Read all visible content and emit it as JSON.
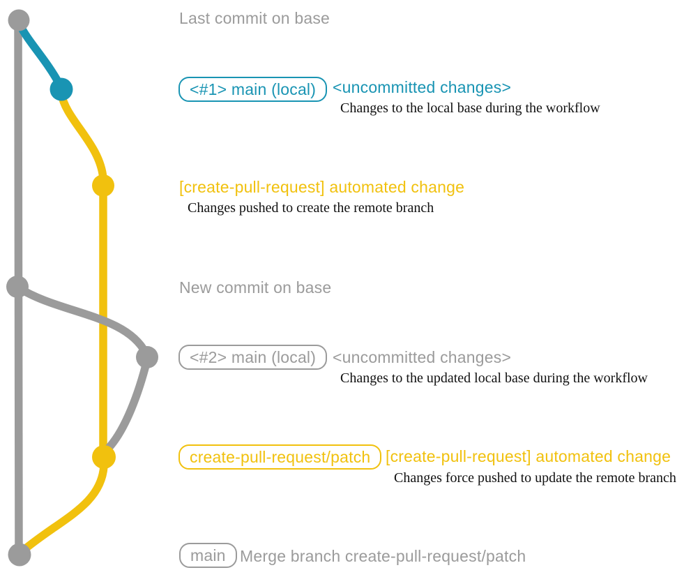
{
  "colors": {
    "gray": "#9B9B9B",
    "teal": "#1994B3",
    "yellow": "#F1C10E",
    "text_dark": "#111111"
  },
  "graph": {
    "nodes": [
      "commit-last-on-base",
      "commit-local-main-1",
      "commit-automated-change-1",
      "commit-new-on-base",
      "commit-local-main-2",
      "commit-automated-change-2",
      "commit-merge"
    ]
  },
  "labels": {
    "last_commit": "Last commit on base",
    "new_commit": "New commit on base"
  },
  "rows": {
    "row1": {
      "badge": "<#1> main (local)",
      "annotation": "<uncommitted changes>",
      "note": "Changes to the local base during the workflow"
    },
    "row2": {
      "message": "[create-pull-request] automated change",
      "note": "Changes pushed to create the remote branch"
    },
    "row3": {
      "badge": "<#2> main (local)",
      "annotation": "<uncommitted changes>",
      "note": "Changes to the updated local base during the workflow"
    },
    "row4": {
      "badge": "create-pull-request/patch",
      "message": "[create-pull-request] automated change",
      "note": "Changes force pushed to update the remote branch"
    },
    "row5": {
      "badge": "main",
      "message": "Merge branch create-pull-request/patch"
    }
  }
}
